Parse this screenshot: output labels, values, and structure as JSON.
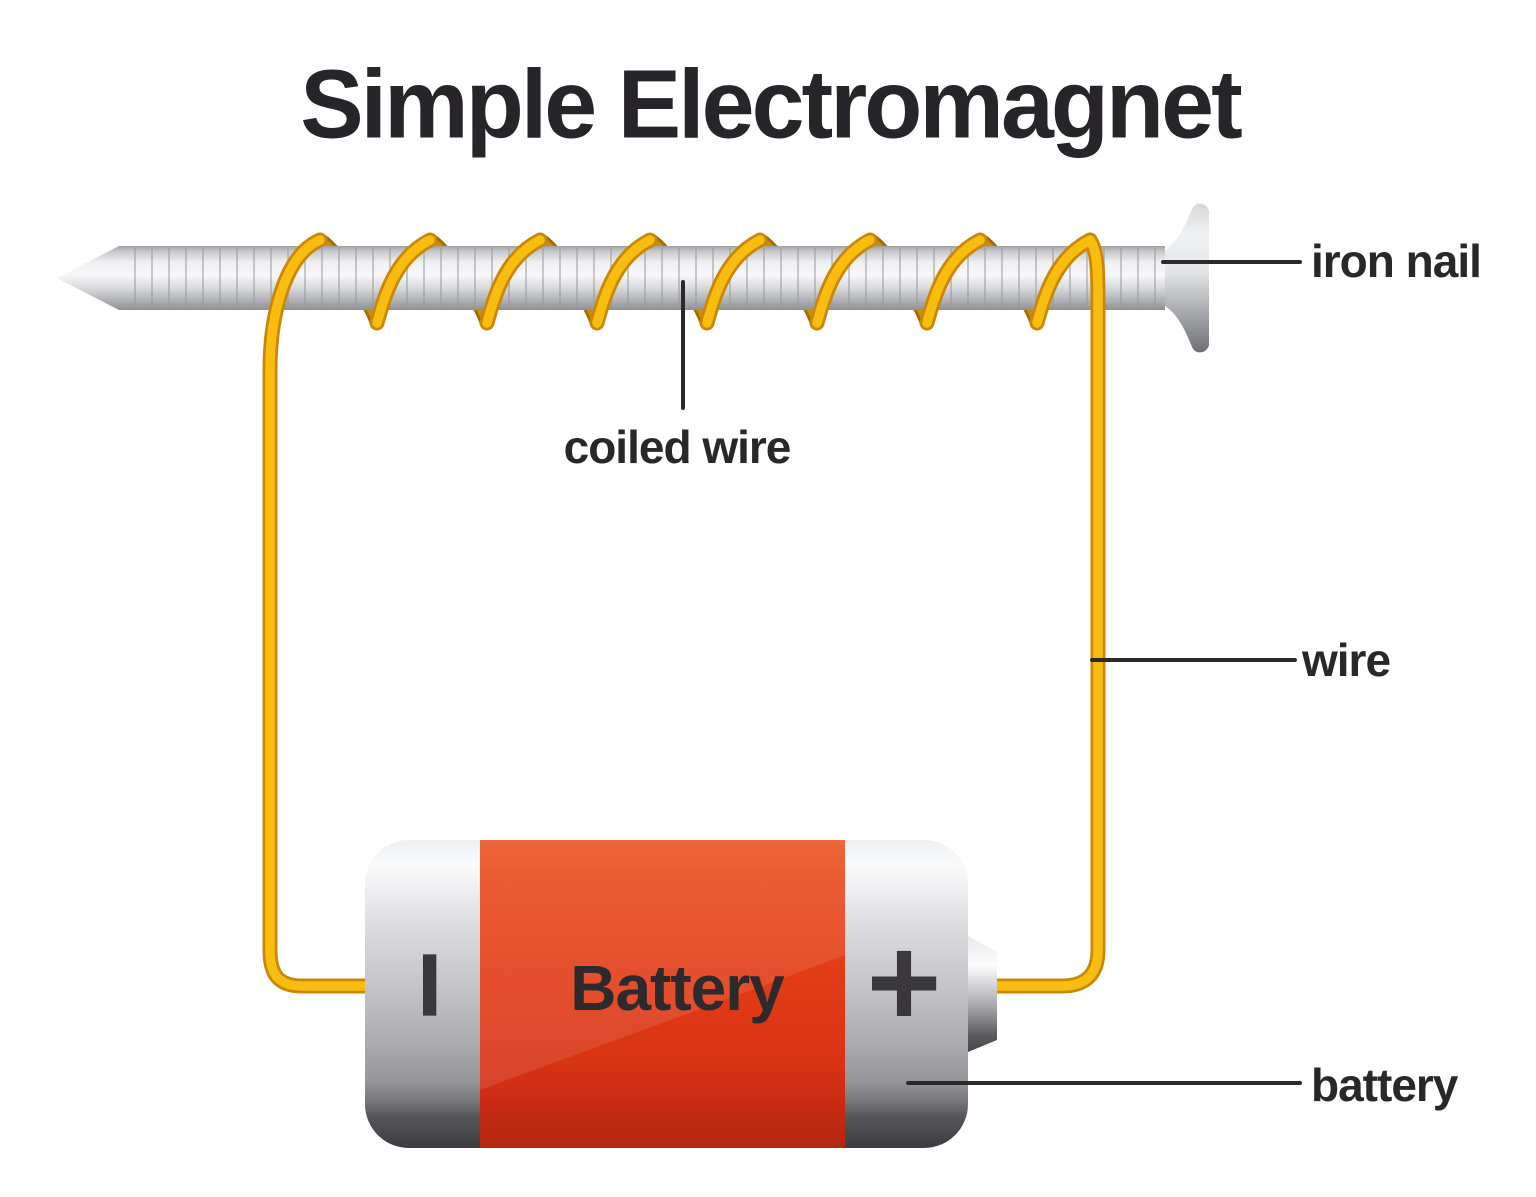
{
  "title": "Simple Electromagnet",
  "labels": {
    "iron_nail": "iron nail",
    "coiled_wire": "coiled wire",
    "wire": "wire",
    "battery": "battery"
  },
  "battery": {
    "name": "Battery",
    "minus_symbol": "−",
    "plus_symbol": "+"
  },
  "diagram": {
    "coil_turns": 8,
    "colors": {
      "wire_main": "#f9bd10",
      "wire_shadow": "#c9870a",
      "coil_back_main": "#cd8d08",
      "coil_back_shadow": "#a06c04",
      "label_line": "#2b292c"
    }
  }
}
